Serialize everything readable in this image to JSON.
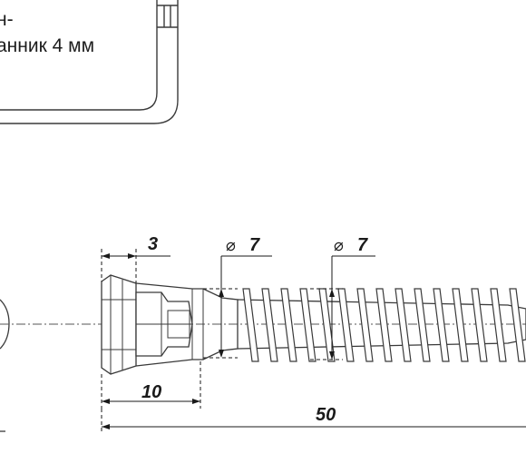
{
  "caption": {
    "line1": "н-",
    "line2": "анник 4 мм"
  },
  "dimensions": {
    "head_length": "3",
    "head_to_shank": "10",
    "total_length": "50",
    "diameter_symbol": "⌀",
    "neck_diameter": "7",
    "thread_diameter": "7"
  },
  "colors": {
    "line": "#3a3a3a",
    "fill": "#ffffff",
    "dim": "#1a1a1a"
  },
  "icons": {
    "hex_key": "hex-key-icon",
    "screw": "confirmat-screw-icon"
  }
}
